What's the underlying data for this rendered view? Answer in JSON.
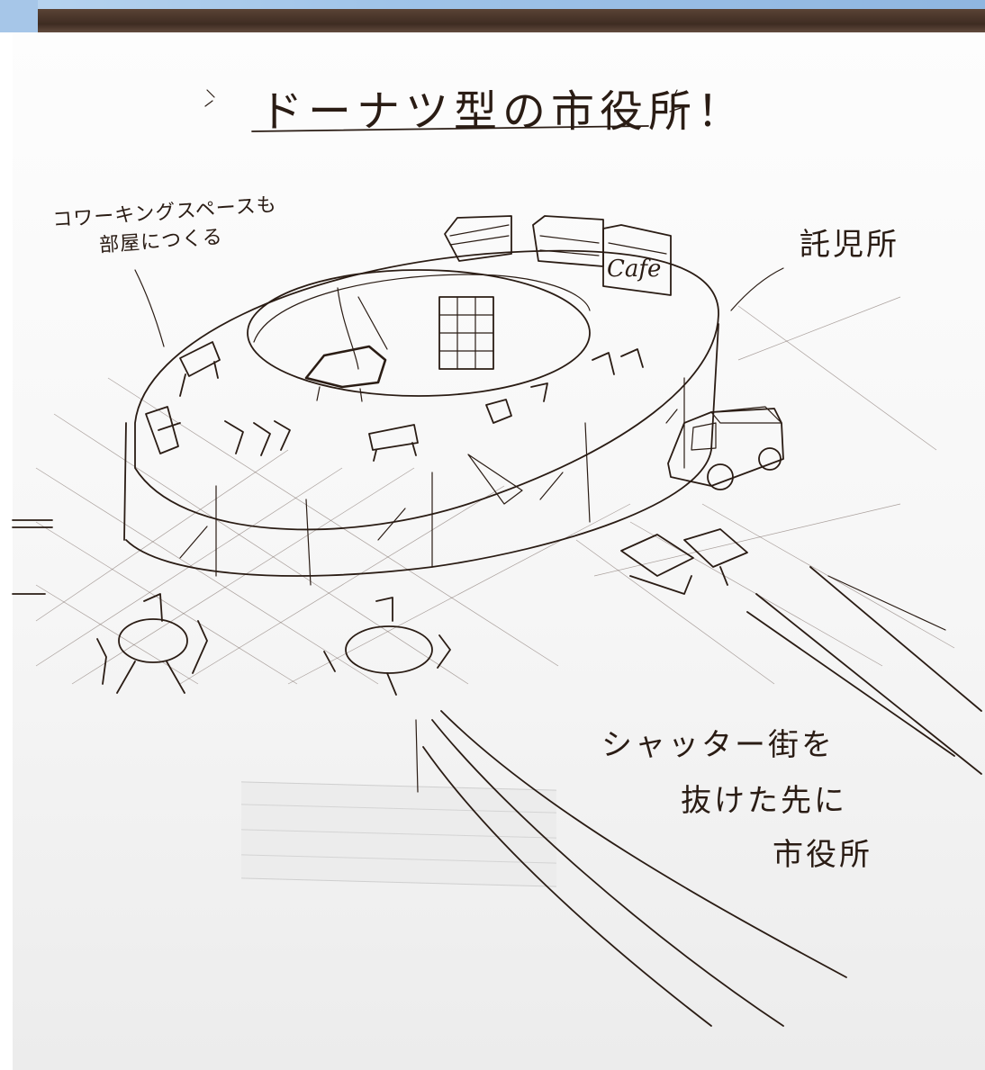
{
  "title": "ドーナツ型の市役所！",
  "note_coworking": {
    "line1": "コワーキングスペースも",
    "line2": "部屋につくる"
  },
  "note_nursery": "託児所",
  "cafe_sign": "Cafe",
  "note_street": {
    "line1": "シャッター街を",
    "line2": "抜けた先に",
    "line3": "市役所"
  },
  "colors": {
    "ink": "#2a1c14",
    "paper": "#f6f6f6",
    "desk": "#3e2c22",
    "corner_tab": "#a6c6e8"
  }
}
